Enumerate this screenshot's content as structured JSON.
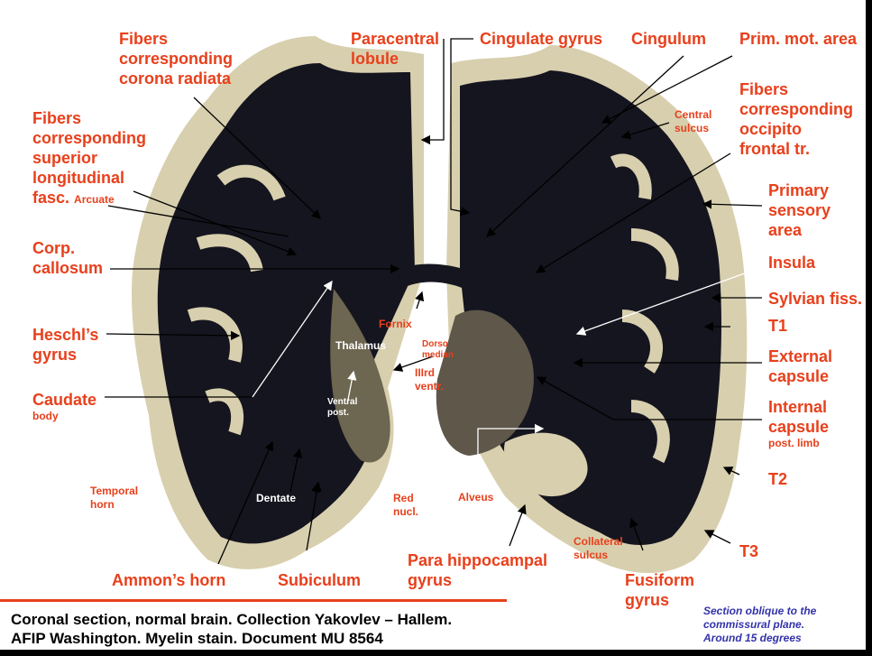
{
  "labels": {
    "fibers_corona": [
      "Fibers",
      "corresponding",
      "corona radiata"
    ],
    "fibers_sup": [
      "Fibers",
      "corresponding",
      "superior",
      "longitudinal"
    ],
    "fasc": "fasc.",
    "arcuate": "Arcuate",
    "corp_callosum": [
      "Corp.",
      "callosum"
    ],
    "heschl": [
      "Heschl’s",
      "gyrus"
    ],
    "caudate": "Caudate",
    "caudate_body": "body",
    "temporal_horn": [
      "Temporal",
      "horn"
    ],
    "ammons_horn": "Ammon’s horn",
    "subiculum": "Subiculum",
    "dentate": "Dentate",
    "paracentral": [
      "Paracentral",
      "lobule"
    ],
    "cingulate_gyrus": "Cingulate gyrus",
    "cingulum": "Cingulum",
    "prim_mot": "Prim. mot. area",
    "central_sulcus": [
      "Central",
      "sulcus"
    ],
    "fibers_occipito": [
      "Fibers",
      "corresponding",
      "occipito",
      "frontal tr."
    ],
    "primary_sensory": [
      "Primary",
      "sensory",
      "area"
    ],
    "insula": "Insula",
    "sylvian": "Sylvian fiss.",
    "t1": "T1",
    "external_capsule": [
      "External",
      "capsule"
    ],
    "internal_capsule": [
      "Internal",
      "capsule"
    ],
    "post_limb": "post. limb",
    "t2": "T2",
    "t3": "T3",
    "fusiform": [
      "Fusiform",
      "gyrus"
    ],
    "collateral": [
      "Collateral",
      "sulcus"
    ],
    "para_hippocampal": [
      "Para hippocampal",
      "gyrus"
    ],
    "alveus": "Alveus",
    "red_nucl": [
      "Red",
      "nucl."
    ],
    "fornix": "Fornix",
    "thalamus": "Thalamus",
    "dorso_median": [
      "Dorso",
      "median"
    ],
    "iiird_ventr": [
      "IIIrd",
      "ventr."
    ],
    "ventral_post": [
      "Ventral",
      "post."
    ]
  },
  "caption": [
    "Coronal section, normal brain. Collection Yakovlev – Hallem.",
    "AFIP Washington. Myelin stain. Document MU 8564"
  ],
  "note": [
    "Section oblique to the",
    "commissural plane.",
    "Around 15 degrees"
  ],
  "colors": {
    "label": "#e8401c",
    "note": "#3333aa",
    "white_matter": "#15151f",
    "cortex": "#d8cfae"
  }
}
